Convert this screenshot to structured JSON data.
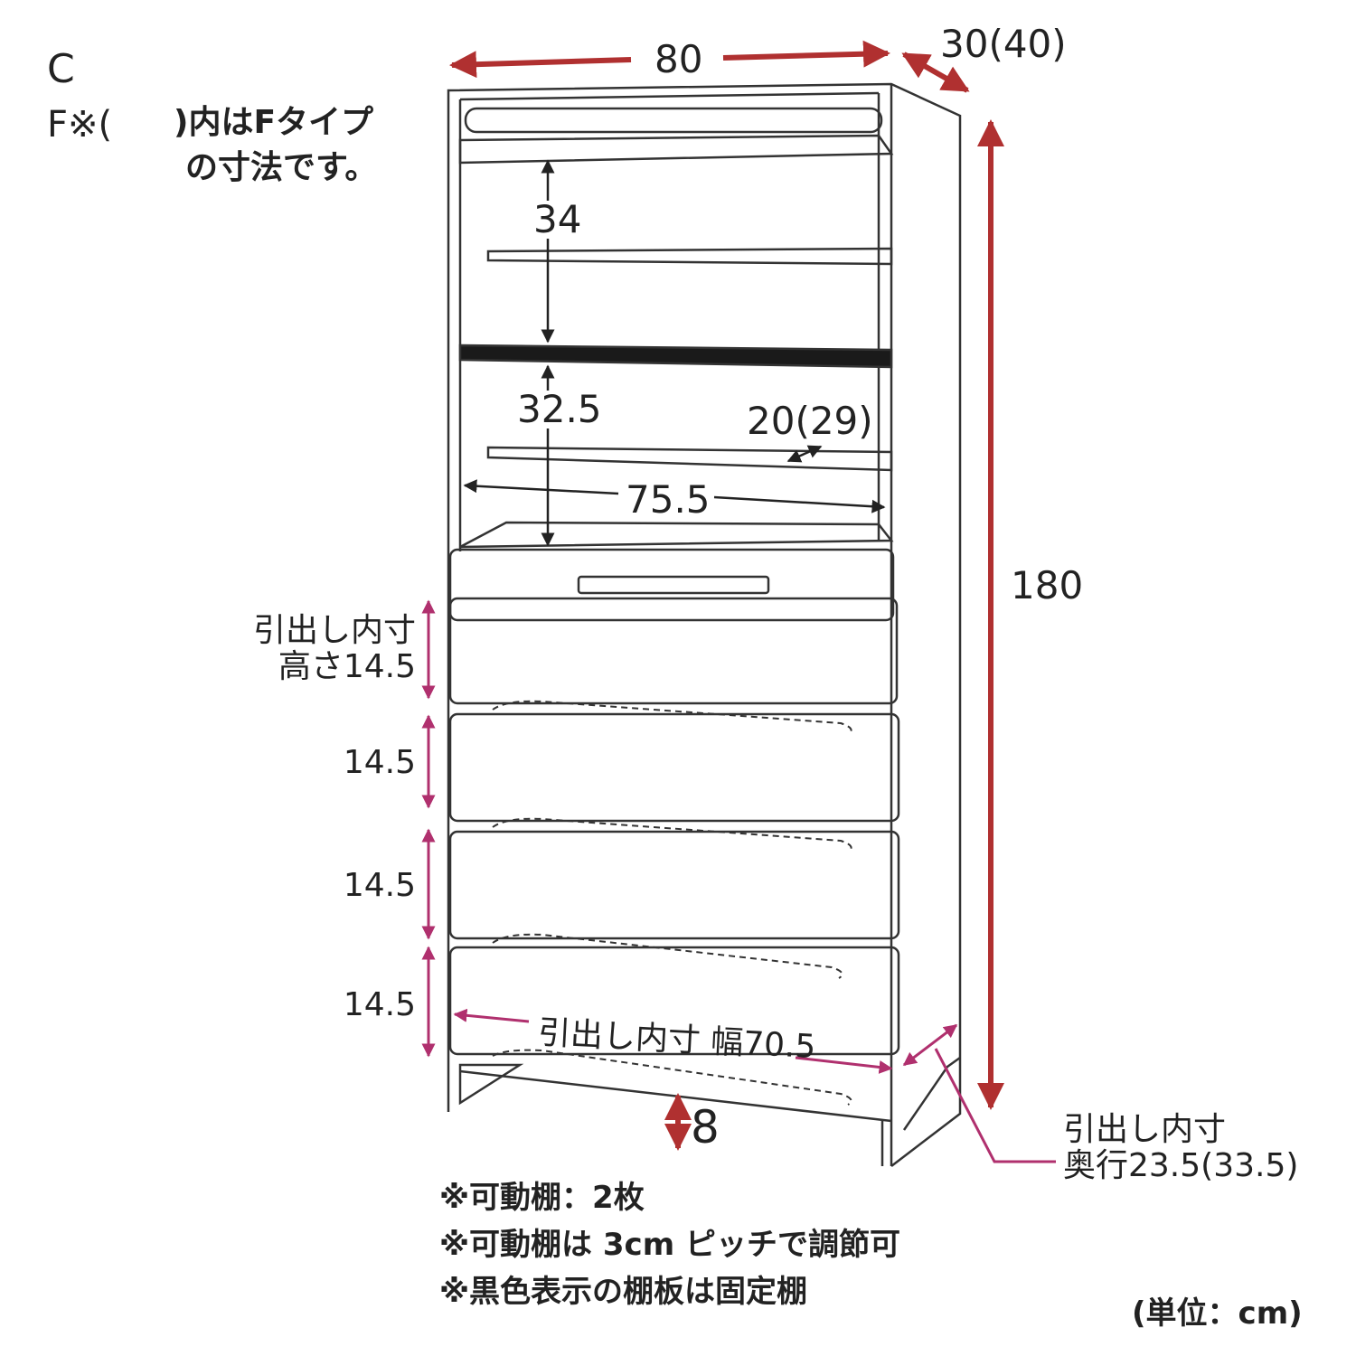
{
  "header": {
    "variant": "C",
    "f_note_prefix": "F※(",
    "f_note_suffix": ")内はFタイプ",
    "f_note_line2": "の寸法です。"
  },
  "dimensions": {
    "width": "80",
    "depth": "30(40)",
    "height": "180",
    "shelf_gap_top": "34",
    "shelf_gap_mid": "32.5",
    "shelf_depth": "20(29)",
    "inner_width": "75.5",
    "base_height": "8"
  },
  "drawers": {
    "inner_height_label_line1": "引出し内寸",
    "inner_height_label_line2": "高さ14.5",
    "heights": [
      "14.5",
      "14.5",
      "14.5"
    ],
    "inner_width_label": "引出し内寸 幅70.5",
    "inner_depth_label_line1": "引出し内寸",
    "inner_depth_label_line2": "奥行23.5(33.5)"
  },
  "notes": [
    "※可動棚：2枚",
    "※可動棚は 3cm ピッチで調節可",
    "※黒色表示の棚板は固定棚"
  ],
  "unit": "(単位：cm)",
  "colors": {
    "outer_dim": "#b03030",
    "drawer_dim": "#b0306e",
    "line": "#333333",
    "fixed_shelf": "#1a1a1a"
  }
}
